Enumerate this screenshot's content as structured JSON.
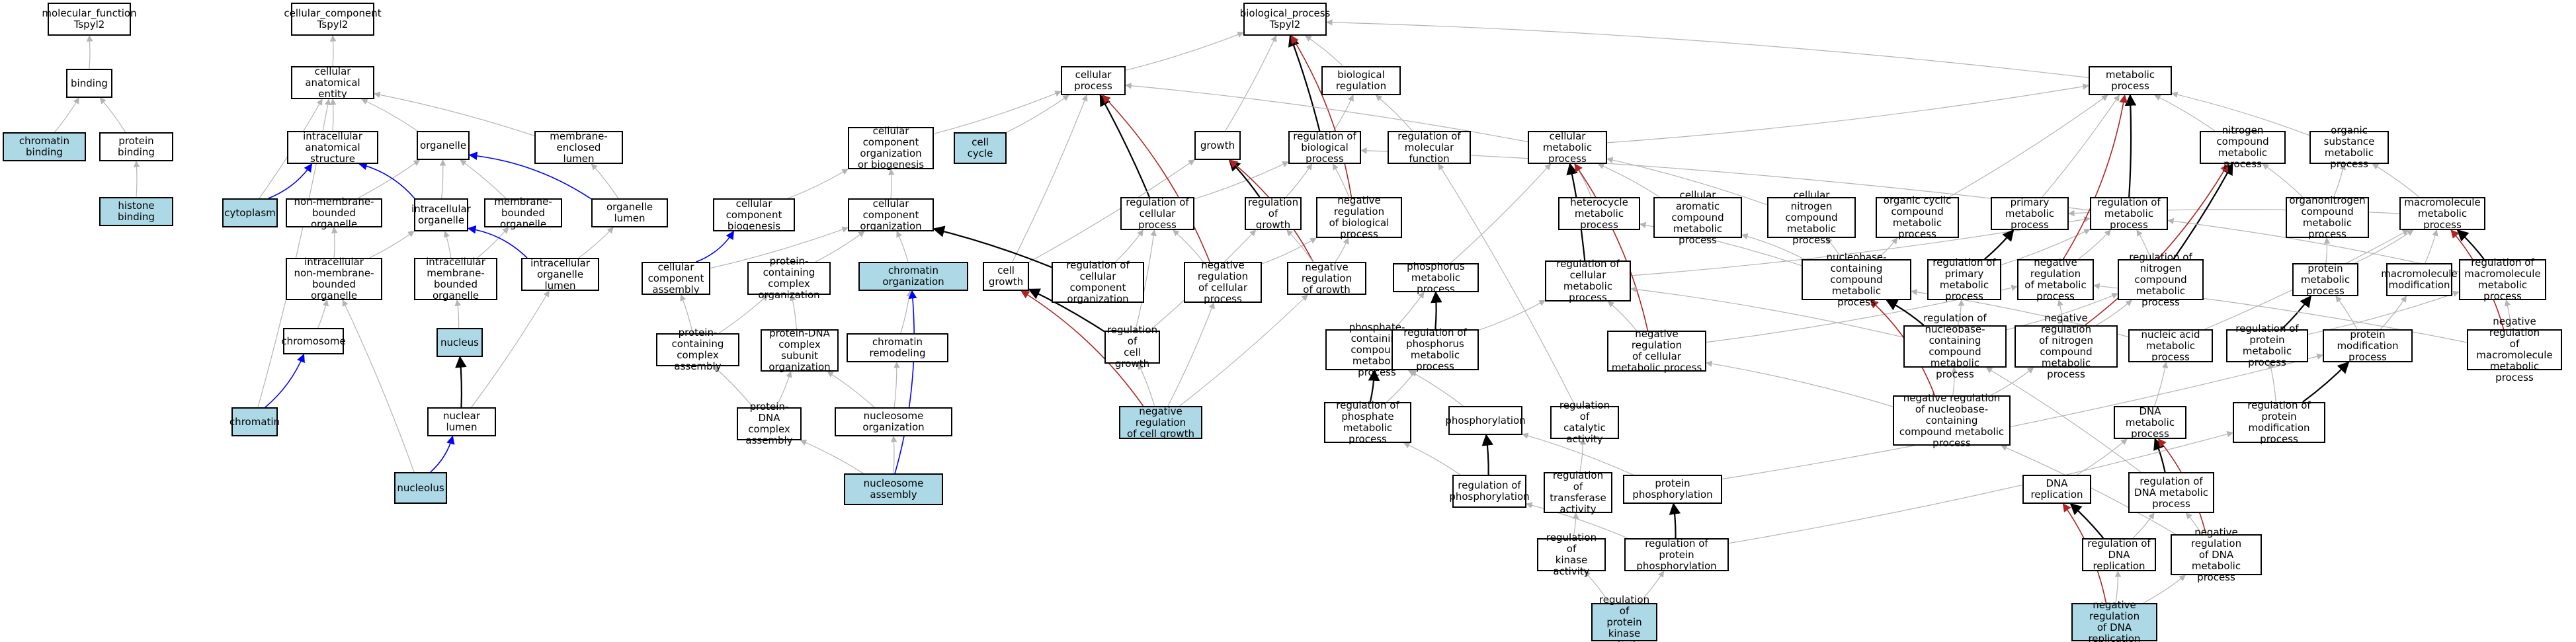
{
  "colors": {
    "highlight": "#add8e6",
    "gray_edge": "#b4b4b4",
    "black_edge": "#000000",
    "red_edge": "#b22222",
    "blue_edge": "#0000ff"
  },
  "nodes": [
    {
      "id": "mf",
      "label": "molecular_function\nTspyl2"
    },
    {
      "id": "cc",
      "label": "cellular_component\nTspyl2"
    },
    {
      "id": "bp",
      "label": "biological_process\nTspyl2"
    },
    {
      "id": "binding",
      "label": "binding"
    },
    {
      "id": "chrombind",
      "label": "chromatin binding",
      "hl": true
    },
    {
      "id": "protbind",
      "label": "protein binding"
    },
    {
      "id": "histbind",
      "label": "histone binding",
      "hl": true
    },
    {
      "id": "cae",
      "label": "cellular anatomical\nentity"
    },
    {
      "id": "ias",
      "label": "intracellular\nanatomical structure"
    },
    {
      "id": "organelle",
      "label": "organelle"
    },
    {
      "id": "mel",
      "label": "membrane-enclosed\nlumen"
    },
    {
      "id": "cytoplasm",
      "label": "cytoplasm",
      "hl": true
    },
    {
      "id": "nmbo",
      "label": "non-membrane-bounded\norganelle"
    },
    {
      "id": "io",
      "label": "intracellular\norganelle"
    },
    {
      "id": "mbo",
      "label": "membrane-bounded\norganelle"
    },
    {
      "id": "ol",
      "label": "organelle lumen"
    },
    {
      "id": "inmbo",
      "label": "intracellular\nnon-membrane-bounded\norganelle"
    },
    {
      "id": "imbo",
      "label": "intracellular\nmembrane-bounded\norganelle"
    },
    {
      "id": "iol",
      "label": "intracellular\norganelle lumen"
    },
    {
      "id": "chromosome",
      "label": "chromosome"
    },
    {
      "id": "nucleus",
      "label": "nucleus",
      "hl": true
    },
    {
      "id": "chromatin",
      "label": "chromatin",
      "hl": true
    },
    {
      "id": "nl",
      "label": "nuclear lumen"
    },
    {
      "id": "nucleolus",
      "label": "nucleolus",
      "hl": true
    },
    {
      "id": "ccob",
      "label": "cellular component\norganization\nor biogenesis"
    },
    {
      "id": "cellcycle",
      "label": "cell cycle",
      "hl": true
    },
    {
      "id": "ccbio",
      "label": "cellular component\nbiogenesis"
    },
    {
      "id": "cco",
      "label": "cellular component\norganization"
    },
    {
      "id": "cca",
      "label": "cellular component\nassembly"
    },
    {
      "id": "pcco",
      "label": "protein-containing\ncomplex organization"
    },
    {
      "id": "chromorg",
      "label": "chromatin organization",
      "hl": true
    },
    {
      "id": "pcca",
      "label": "protein-containing\ncomplex assembly"
    },
    {
      "id": "pdna",
      "label": "protein-DNA\ncomplex subunit\norganization"
    },
    {
      "id": "chromrem",
      "label": "chromatin remodeling"
    },
    {
      "id": "pdnaca",
      "label": "protein-DNA\ncomplex assembly"
    },
    {
      "id": "nucorg",
      "label": "nucleosome organization"
    },
    {
      "id": "nucass",
      "label": "nucleosome assembly",
      "hl": true
    },
    {
      "id": "cp",
      "label": "cellular process"
    },
    {
      "id": "growth",
      "label": "growth"
    },
    {
      "id": "rbp",
      "label": "regulation of\nbiological process"
    },
    {
      "id": "breg",
      "label": "biological regulation"
    },
    {
      "id": "rmf",
      "label": "regulation of\nmolecular function"
    },
    {
      "id": "rcp",
      "label": "regulation of\ncellular process"
    },
    {
      "id": "rgrowth",
      "label": "regulation of\ngrowth"
    },
    {
      "id": "nrbp",
      "label": "negative regulation\nof biological\nprocess"
    },
    {
      "id": "cellgrowth",
      "label": "cell growth"
    },
    {
      "id": "rcco",
      "label": "regulation of\ncellular component\norganization"
    },
    {
      "id": "nrcp",
      "label": "negative regulation\nof cellular\nprocess"
    },
    {
      "id": "nrgrowth",
      "label": "negative regulation\nof growth"
    },
    {
      "id": "rcg",
      "label": "regulation of\ncell growth"
    },
    {
      "id": "nrcg",
      "label": "negative regulation\nof cell growth",
      "hl": true
    },
    {
      "id": "mp",
      "label": "metabolic process"
    },
    {
      "id": "cmp",
      "label": "cellular metabolic\nprocess"
    },
    {
      "id": "hmp",
      "label": "heterocycle\nmetabolic process"
    },
    {
      "id": "acmp",
      "label": "cellular aromatic\ncompound metabolic\nprocess"
    },
    {
      "id": "cncmp",
      "label": "cellular nitrogen\ncompound metabolic\nprocess"
    },
    {
      "id": "occmp",
      "label": "organic cyclic\ncompound metabolic\nprocess"
    },
    {
      "id": "pmp",
      "label": "primary metabolic\nprocess"
    },
    {
      "id": "rmp",
      "label": "regulation of\nmetabolic process"
    },
    {
      "id": "ncmp",
      "label": "nitrogen compound\nmetabolic process"
    },
    {
      "id": "osmp",
      "label": "organic substance\nmetabolic process"
    },
    {
      "id": "oncmp",
      "label": "organonitrogen\ncompound metabolic\nprocess"
    },
    {
      "id": "mmp",
      "label": "macromolecule\nmetabolic process"
    },
    {
      "id": "phosmp",
      "label": "phosphorus metabolic\nprocess"
    },
    {
      "id": "rcmp",
      "label": "regulation of\ncellular metabolic\nprocess"
    },
    {
      "id": "nbcmp",
      "label": "nucleobase-containing\ncompound metabolic\nprocess"
    },
    {
      "id": "rpmp",
      "label": "regulation of\nprimary metabolic\nprocess"
    },
    {
      "id": "nrmp",
      "label": "negative regulation\nof metabolic\nprocess"
    },
    {
      "id": "rncmp",
      "label": "regulation of\nnitrogen compound\nmetabolic process"
    },
    {
      "id": "protmp",
      "label": "protein metabolic\nprocess"
    },
    {
      "id": "macmod",
      "label": "macromolecule\nmodification"
    },
    {
      "id": "rmmp",
      "label": "regulation of\nmacromolecule\nmetabolic process"
    },
    {
      "id": "pccmp",
      "label": "phosphate-containing\ncompound metabolic\nprocess"
    },
    {
      "id": "rphmp",
      "label": "regulation of\nphosphorus metabolic\nprocess"
    },
    {
      "id": "nrcmp",
      "label": "negative regulation\nof cellular\nmetabolic process"
    },
    {
      "id": "rnbcmp",
      "label": "regulation of\nnucleobase-containing\ncompound metabolic\nprocess"
    },
    {
      "id": "nrncmp",
      "label": "negative regulation\nof nitrogen\ncompound metabolic\nprocess"
    },
    {
      "id": "namp",
      "label": "nucleic acid\nmetabolic process"
    },
    {
      "id": "rprotmp",
      "label": "regulation of\nprotein metabolic\nprocess"
    },
    {
      "id": "protmod",
      "label": "protein modification\nprocess"
    },
    {
      "id": "nrmmp",
      "label": "negative regulation\nof macromolecule\nmetabolic process"
    },
    {
      "id": "rphosmp",
      "label": "regulation of\nphosphate metabolic\nprocess"
    },
    {
      "id": "phosph",
      "label": "phosphorylation"
    },
    {
      "id": "rca",
      "label": "regulation of\ncatalytic activity"
    },
    {
      "id": "nrnbcmp",
      "label": "negative regulation\nof nucleobase-containing\ncompound metabolic\nprocess"
    },
    {
      "id": "dnamp",
      "label": "DNA metabolic\nprocess"
    },
    {
      "id": "rpmod",
      "label": "regulation of\nprotein modification\nprocess"
    },
    {
      "id": "rphos",
      "label": "regulation of\nphosphorylation"
    },
    {
      "id": "rta",
      "label": "regulation of\ntransferase\nactivity"
    },
    {
      "id": "protphos",
      "label": "protein phosphorylation"
    },
    {
      "id": "dnarep",
      "label": "DNA replication"
    },
    {
      "id": "rdnamp",
      "label": "regulation of\nDNA metabolic\nprocess"
    },
    {
      "id": "rka",
      "label": "regulation of\nkinase activity"
    },
    {
      "id": "rpp",
      "label": "regulation of\nprotein phosphorylation"
    },
    {
      "id": "rdnarep",
      "label": "regulation of\nDNA replication"
    },
    {
      "id": "nrdnamp",
      "label": "negative regulation\nof DNA metabolic\nprocess"
    },
    {
      "id": "rpka",
      "label": "regulation of\nprotein kinase\nactivity",
      "hl": true
    },
    {
      "id": "nrdnarep",
      "label": "negative regulation\nof DNA replication",
      "hl": true
    }
  ],
  "edges": [
    [
      "binding",
      "mf",
      "g"
    ],
    [
      "chrombind",
      "binding",
      "g"
    ],
    [
      "protbind",
      "binding",
      "g"
    ],
    [
      "histbind",
      "protbind",
      "g"
    ],
    [
      "cae",
      "cc",
      "g"
    ],
    [
      "ias",
      "cae",
      "g"
    ],
    [
      "organelle",
      "cae",
      "g"
    ],
    [
      "mel",
      "cae",
      "g"
    ],
    [
      "cytoplasm",
      "ias",
      "b"
    ],
    [
      "cytoplasm",
      "cae",
      "g"
    ],
    [
      "nmbo",
      "organelle",
      "g"
    ],
    [
      "mbo",
      "organelle",
      "g"
    ],
    [
      "io",
      "organelle",
      "g"
    ],
    [
      "io",
      "ias",
      "b"
    ],
    [
      "ol",
      "organelle",
      "b"
    ],
    [
      "ol",
      "mel",
      "g"
    ],
    [
      "inmbo",
      "nmbo",
      "g"
    ],
    [
      "inmbo",
      "io",
      "g"
    ],
    [
      "imbo",
      "io",
      "g"
    ],
    [
      "imbo",
      "mbo",
      "g"
    ],
    [
      "iol",
      "io",
      "b"
    ],
    [
      "iol",
      "ol",
      "g"
    ],
    [
      "chromosome",
      "inmbo",
      "g"
    ],
    [
      "chromatin",
      "chromosome",
      "b"
    ],
    [
      "chromatin",
      "cae",
      "g"
    ],
    [
      "nucleus",
      "imbo",
      "g"
    ],
    [
      "nl",
      "nucleus",
      "k"
    ],
    [
      "nl",
      "iol",
      "g"
    ],
    [
      "nucleolus",
      "nl",
      "b"
    ],
    [
      "nucleolus",
      "inmbo",
      "g"
    ],
    [
      "cp",
      "bp",
      "g"
    ],
    [
      "growth",
      "bp",
      "g"
    ],
    [
      "breg",
      "bp",
      "g"
    ],
    [
      "rbp",
      "bp",
      "k"
    ],
    [
      "rbp",
      "breg",
      "g"
    ],
    [
      "mp",
      "bp",
      "g"
    ],
    [
      "ccob",
      "cp",
      "g"
    ],
    [
      "cellcycle",
      "cp",
      "g"
    ],
    [
      "ccbio",
      "ccob",
      "g"
    ],
    [
      "cco",
      "ccob",
      "g"
    ],
    [
      "cca",
      "ccbio",
      "b"
    ],
    [
      "cca",
      "cco",
      "g"
    ],
    [
      "pcco",
      "cco",
      "g"
    ],
    [
      "chromorg",
      "cco",
      "g"
    ],
    [
      "pcca",
      "cca",
      "g"
    ],
    [
      "pcca",
      "pcco",
      "g"
    ],
    [
      "pdna",
      "pcco",
      "g"
    ],
    [
      "chromrem",
      "chromorg",
      "g"
    ],
    [
      "pdnaca",
      "pdna",
      "g"
    ],
    [
      "pdnaca",
      "pcca",
      "g"
    ],
    [
      "nucorg",
      "pdna",
      "g"
    ],
    [
      "nucorg",
      "chromrem",
      "g"
    ],
    [
      "nucass",
      "nucorg",
      "g"
    ],
    [
      "nucass",
      "pdnaca",
      "g"
    ],
    [
      "nucass",
      "chromorg",
      "b"
    ],
    [
      "rmf",
      "breg",
      "g"
    ],
    [
      "rcp",
      "cp",
      "k"
    ],
    [
      "rcp",
      "rbp",
      "g"
    ],
    [
      "rgrowth",
      "growth",
      "k"
    ],
    [
      "rgrowth",
      "rbp",
      "g"
    ],
    [
      "nrbp",
      "rbp",
      "g"
    ],
    [
      "nrbp",
      "bp",
      "r"
    ],
    [
      "cellgrowth",
      "growth",
      "g"
    ],
    [
      "cellgrowth",
      "cp",
      "g"
    ],
    [
      "rcco",
      "cco",
      "k"
    ],
    [
      "rcco",
      "rcp",
      "g"
    ],
    [
      "nrcp",
      "cp",
      "r"
    ],
    [
      "nrcp",
      "rcp",
      "g"
    ],
    [
      "nrcp",
      "nrbp",
      "g"
    ],
    [
      "nrgrowth",
      "growth",
      "r"
    ],
    [
      "nrgrowth",
      "rgrowth",
      "g"
    ],
    [
      "nrgrowth",
      "nrbp",
      "g"
    ],
    [
      "rcg",
      "cellgrowth",
      "k"
    ],
    [
      "rcg",
      "rcp",
      "g"
    ],
    [
      "rcg",
      "rgrowth",
      "g"
    ],
    [
      "nrcg",
      "cellgrowth",
      "r"
    ],
    [
      "nrcg",
      "rcg",
      "g"
    ],
    [
      "nrcg",
      "nrcp",
      "g"
    ],
    [
      "nrcg",
      "nrgrowth",
      "g"
    ],
    [
      "cmp",
      "mp",
      "g"
    ],
    [
      "cmp",
      "cp",
      "g"
    ],
    [
      "hmp",
      "cmp",
      "g"
    ],
    [
      "acmp",
      "cmp",
      "g"
    ],
    [
      "cncmp",
      "cmp",
      "g"
    ],
    [
      "occmp",
      "mp",
      "g"
    ],
    [
      "pmp",
      "mp",
      "g"
    ],
    [
      "rmp",
      "mp",
      "k"
    ],
    [
      "rmp",
      "rbp",
      "g"
    ],
    [
      "ncmp",
      "mp",
      "g"
    ],
    [
      "osmp",
      "mp",
      "g"
    ],
    [
      "oncmp",
      "ncmp",
      "g"
    ],
    [
      "oncmp",
      "osmp",
      "g"
    ],
    [
      "mmp",
      "osmp",
      "g"
    ],
    [
      "mmp",
      "pmp",
      "g"
    ],
    [
      "phosmp",
      "cmp",
      "g"
    ],
    [
      "rcmp",
      "cmp",
      "k"
    ],
    [
      "rcmp",
      "rmp",
      "g"
    ],
    [
      "nbcmp",
      "hmp",
      "g"
    ],
    [
      "nbcmp",
      "acmp",
      "g"
    ],
    [
      "nbcmp",
      "cncmp",
      "g"
    ],
    [
      "nbcmp",
      "occmp",
      "g"
    ],
    [
      "rpmp",
      "pmp",
      "k"
    ],
    [
      "rpmp",
      "rmp",
      "g"
    ],
    [
      "nrmp",
      "rmp",
      "g"
    ],
    [
      "nrmp",
      "mp",
      "r"
    ],
    [
      "rncmp",
      "ncmp",
      "k"
    ],
    [
      "rncmp",
      "rmp",
      "g"
    ],
    [
      "protmp",
      "oncmp",
      "g"
    ],
    [
      "protmp",
      "mmp",
      "g"
    ],
    [
      "macmod",
      "mmp",
      "g"
    ],
    [
      "rmmp",
      "mmp",
      "k"
    ],
    [
      "rmmp",
      "rmp",
      "g"
    ],
    [
      "pccmp",
      "phosmp",
      "g"
    ],
    [
      "rphmp",
      "phosmp",
      "k"
    ],
    [
      "rphmp",
      "rcmp",
      "g"
    ],
    [
      "nrcmp",
      "cmp",
      "r"
    ],
    [
      "nrcmp",
      "rcmp",
      "g"
    ],
    [
      "nrcmp",
      "nrmp",
      "g"
    ],
    [
      "rnbcmp",
      "nbcmp",
      "k"
    ],
    [
      "rnbcmp",
      "rcmp",
      "g"
    ],
    [
      "rnbcmp",
      "rpmp",
      "g"
    ],
    [
      "rnbcmp",
      "rncmp",
      "g"
    ],
    [
      "nrncmp",
      "ncmp",
      "r"
    ],
    [
      "nrncmp",
      "rncmp",
      "g"
    ],
    [
      "nrncmp",
      "nrmp",
      "g"
    ],
    [
      "namp",
      "nbcmp",
      "g"
    ],
    [
      "namp",
      "mmp",
      "g"
    ],
    [
      "rprotmp",
      "protmp",
      "k"
    ],
    [
      "rprotmp",
      "rmmp",
      "g"
    ],
    [
      "protmod",
      "protmp",
      "g"
    ],
    [
      "protmod",
      "macmod",
      "g"
    ],
    [
      "nrmmp",
      "mmp",
      "r"
    ],
    [
      "nrmmp",
      "rmmp",
      "g"
    ],
    [
      "nrmmp",
      "nrmp",
      "g"
    ],
    [
      "rphosmp",
      "pccmp",
      "k"
    ],
    [
      "rphosmp",
      "rphmp",
      "g"
    ],
    [
      "phosph",
      "pccmp",
      "g"
    ],
    [
      "rca",
      "rmf",
      "g"
    ],
    [
      "nrnbcmp",
      "nbcmp",
      "r"
    ],
    [
      "nrnbcmp",
      "rnbcmp",
      "g"
    ],
    [
      "nrnbcmp",
      "nrcmp",
      "g"
    ],
    [
      "nrnbcmp",
      "nrncmp",
      "g"
    ],
    [
      "dnamp",
      "namp",
      "g"
    ],
    [
      "rpmod",
      "protmod",
      "k"
    ],
    [
      "rpmod",
      "rprotmp",
      "g"
    ],
    [
      "rphos",
      "phosph",
      "k"
    ],
    [
      "rphos",
      "rphosmp",
      "g"
    ],
    [
      "rta",
      "rca",
      "g"
    ],
    [
      "protphos",
      "phosph",
      "g"
    ],
    [
      "protphos",
      "protmod",
      "g"
    ],
    [
      "dnarep",
      "dnamp",
      "g"
    ],
    [
      "rdnamp",
      "dnamp",
      "k"
    ],
    [
      "rdnamp",
      "rnbcmp",
      "g"
    ],
    [
      "rka",
      "rta",
      "g"
    ],
    [
      "rpp",
      "protphos",
      "k"
    ],
    [
      "rpp",
      "rphos",
      "g"
    ],
    [
      "rpp",
      "rpmod",
      "g"
    ],
    [
      "rdnarep",
      "dnarep",
      "k"
    ],
    [
      "rdnarep",
      "rdnamp",
      "g"
    ],
    [
      "nrdnamp",
      "dnamp",
      "r"
    ],
    [
      "nrdnamp",
      "rdnamp",
      "g"
    ],
    [
      "nrdnamp",
      "nrnbcmp",
      "g"
    ],
    [
      "rpka",
      "rka",
      "g"
    ],
    [
      "rpka",
      "rpp",
      "g"
    ],
    [
      "nrdnarep",
      "dnarep",
      "r"
    ],
    [
      "nrdnarep",
      "rdnarep",
      "g"
    ],
    [
      "nrdnarep",
      "nrdnamp",
      "g"
    ]
  ]
}
